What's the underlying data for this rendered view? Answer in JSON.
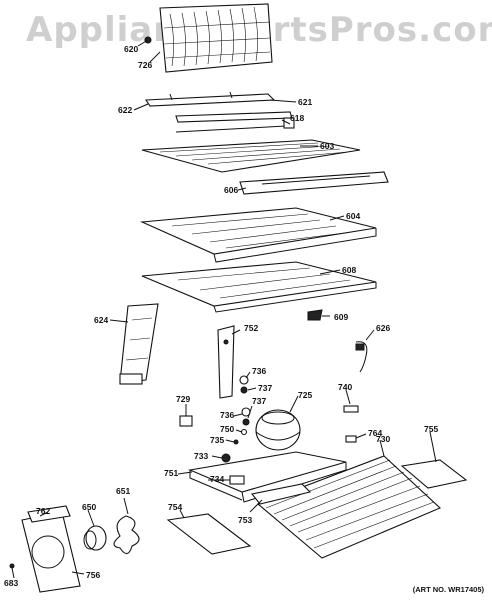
{
  "watermark": "AppliancePartsPros.com",
  "art_number": "(ART NO. WR17405)",
  "callouts": {
    "c620": "620",
    "c726": "726",
    "c622": "622",
    "c621": "621",
    "c618": "618",
    "c603": "603",
    "c606": "606",
    "c604": "604",
    "c608": "608",
    "c609": "609",
    "c624": "624",
    "c752": "752",
    "c626": "626",
    "c736a": "736",
    "c737a": "737",
    "c725": "725",
    "c740": "740",
    "c729": "729",
    "c736b": "736",
    "c737b": "737",
    "c750": "750",
    "c735": "735",
    "c733": "733",
    "c764": "764",
    "c730": "730",
    "c755": "755",
    "c751": "751",
    "c734": "734",
    "c651": "651",
    "c762": "762",
    "c650": "650",
    "c754": "754",
    "c753": "753",
    "c756": "756",
    "c683": "683"
  }
}
